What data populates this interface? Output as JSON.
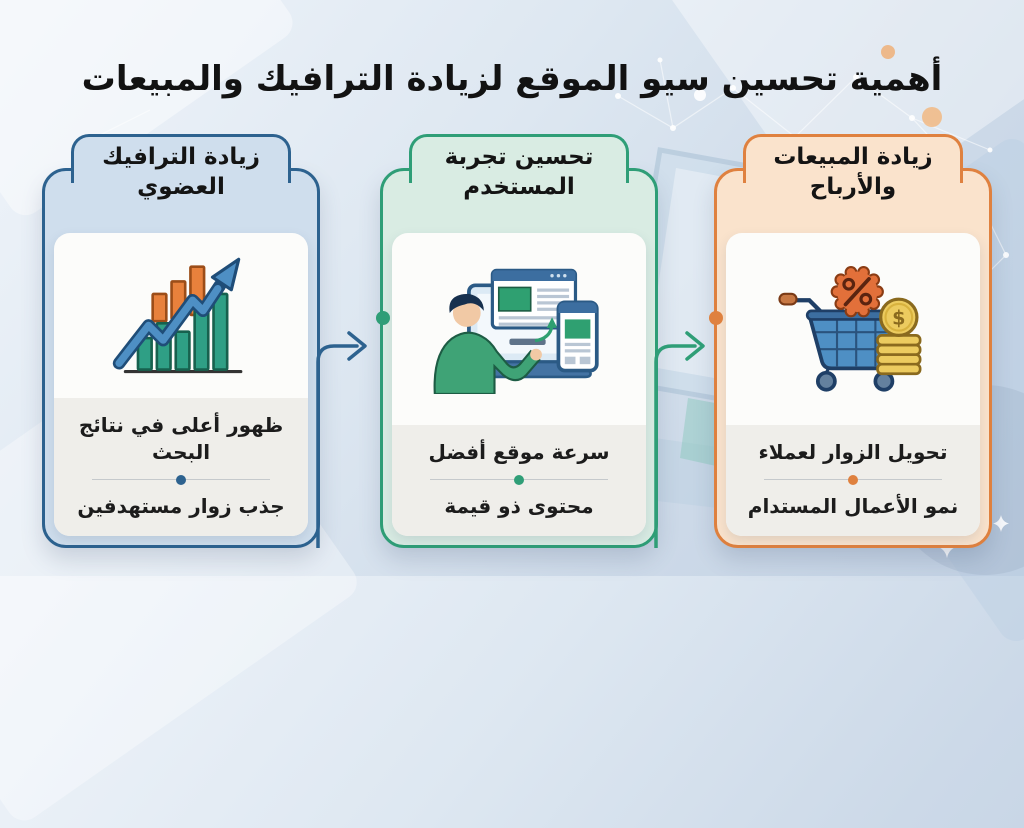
{
  "title": "أهمية تحسين سيو الموقع لزيادة الترافيك والمبيعات",
  "language": "ar",
  "colors": {
    "bg_light": "#eef3f9",
    "bg_deep": "#c2d1e3",
    "text_dark": "#121212",
    "body_text": "#1c1c1c",
    "panel_bg": "#fcfcfa",
    "benefits_bg": "#efeeea",
    "divider_line": "#c5c9cc",
    "card1_accent": "#2d628f",
    "card1_tint": "#cfdeed",
    "card2_accent": "#2f9e77",
    "card2_tint": "#d9ece3",
    "card3_accent": "#df813f",
    "card3_tint": "#fae3cc"
  },
  "cards": [
    {
      "title": "زيادة الترافيك العضوي",
      "icon": "growth-chart",
      "benefits": [
        "ظهور أعلى في نتائج البحث",
        "جذب زوار مستهدفين"
      ]
    },
    {
      "title": "تحسين تجربة المستخدم",
      "icon": "user-pointing-at-screens",
      "benefits": [
        "سرعة موقع أفضل",
        "محتوى ذو قيمة"
      ]
    },
    {
      "title": "زيادة المبيعات والأرباح",
      "icon": "shopping-cart-discount-coins",
      "benefits": [
        "تحويل الزوار لعملاء",
        "نمو الأعمال المستدام"
      ]
    }
  ],
  "connectors": [
    {
      "from": "card-1",
      "to": "card-2",
      "arrow_color": "#2d628f",
      "dot_color": "#2f9e77"
    },
    {
      "from": "card-2",
      "to": "card-3",
      "arrow_color": "#2f9e77",
      "dot_color": "#df813f"
    }
  ]
}
